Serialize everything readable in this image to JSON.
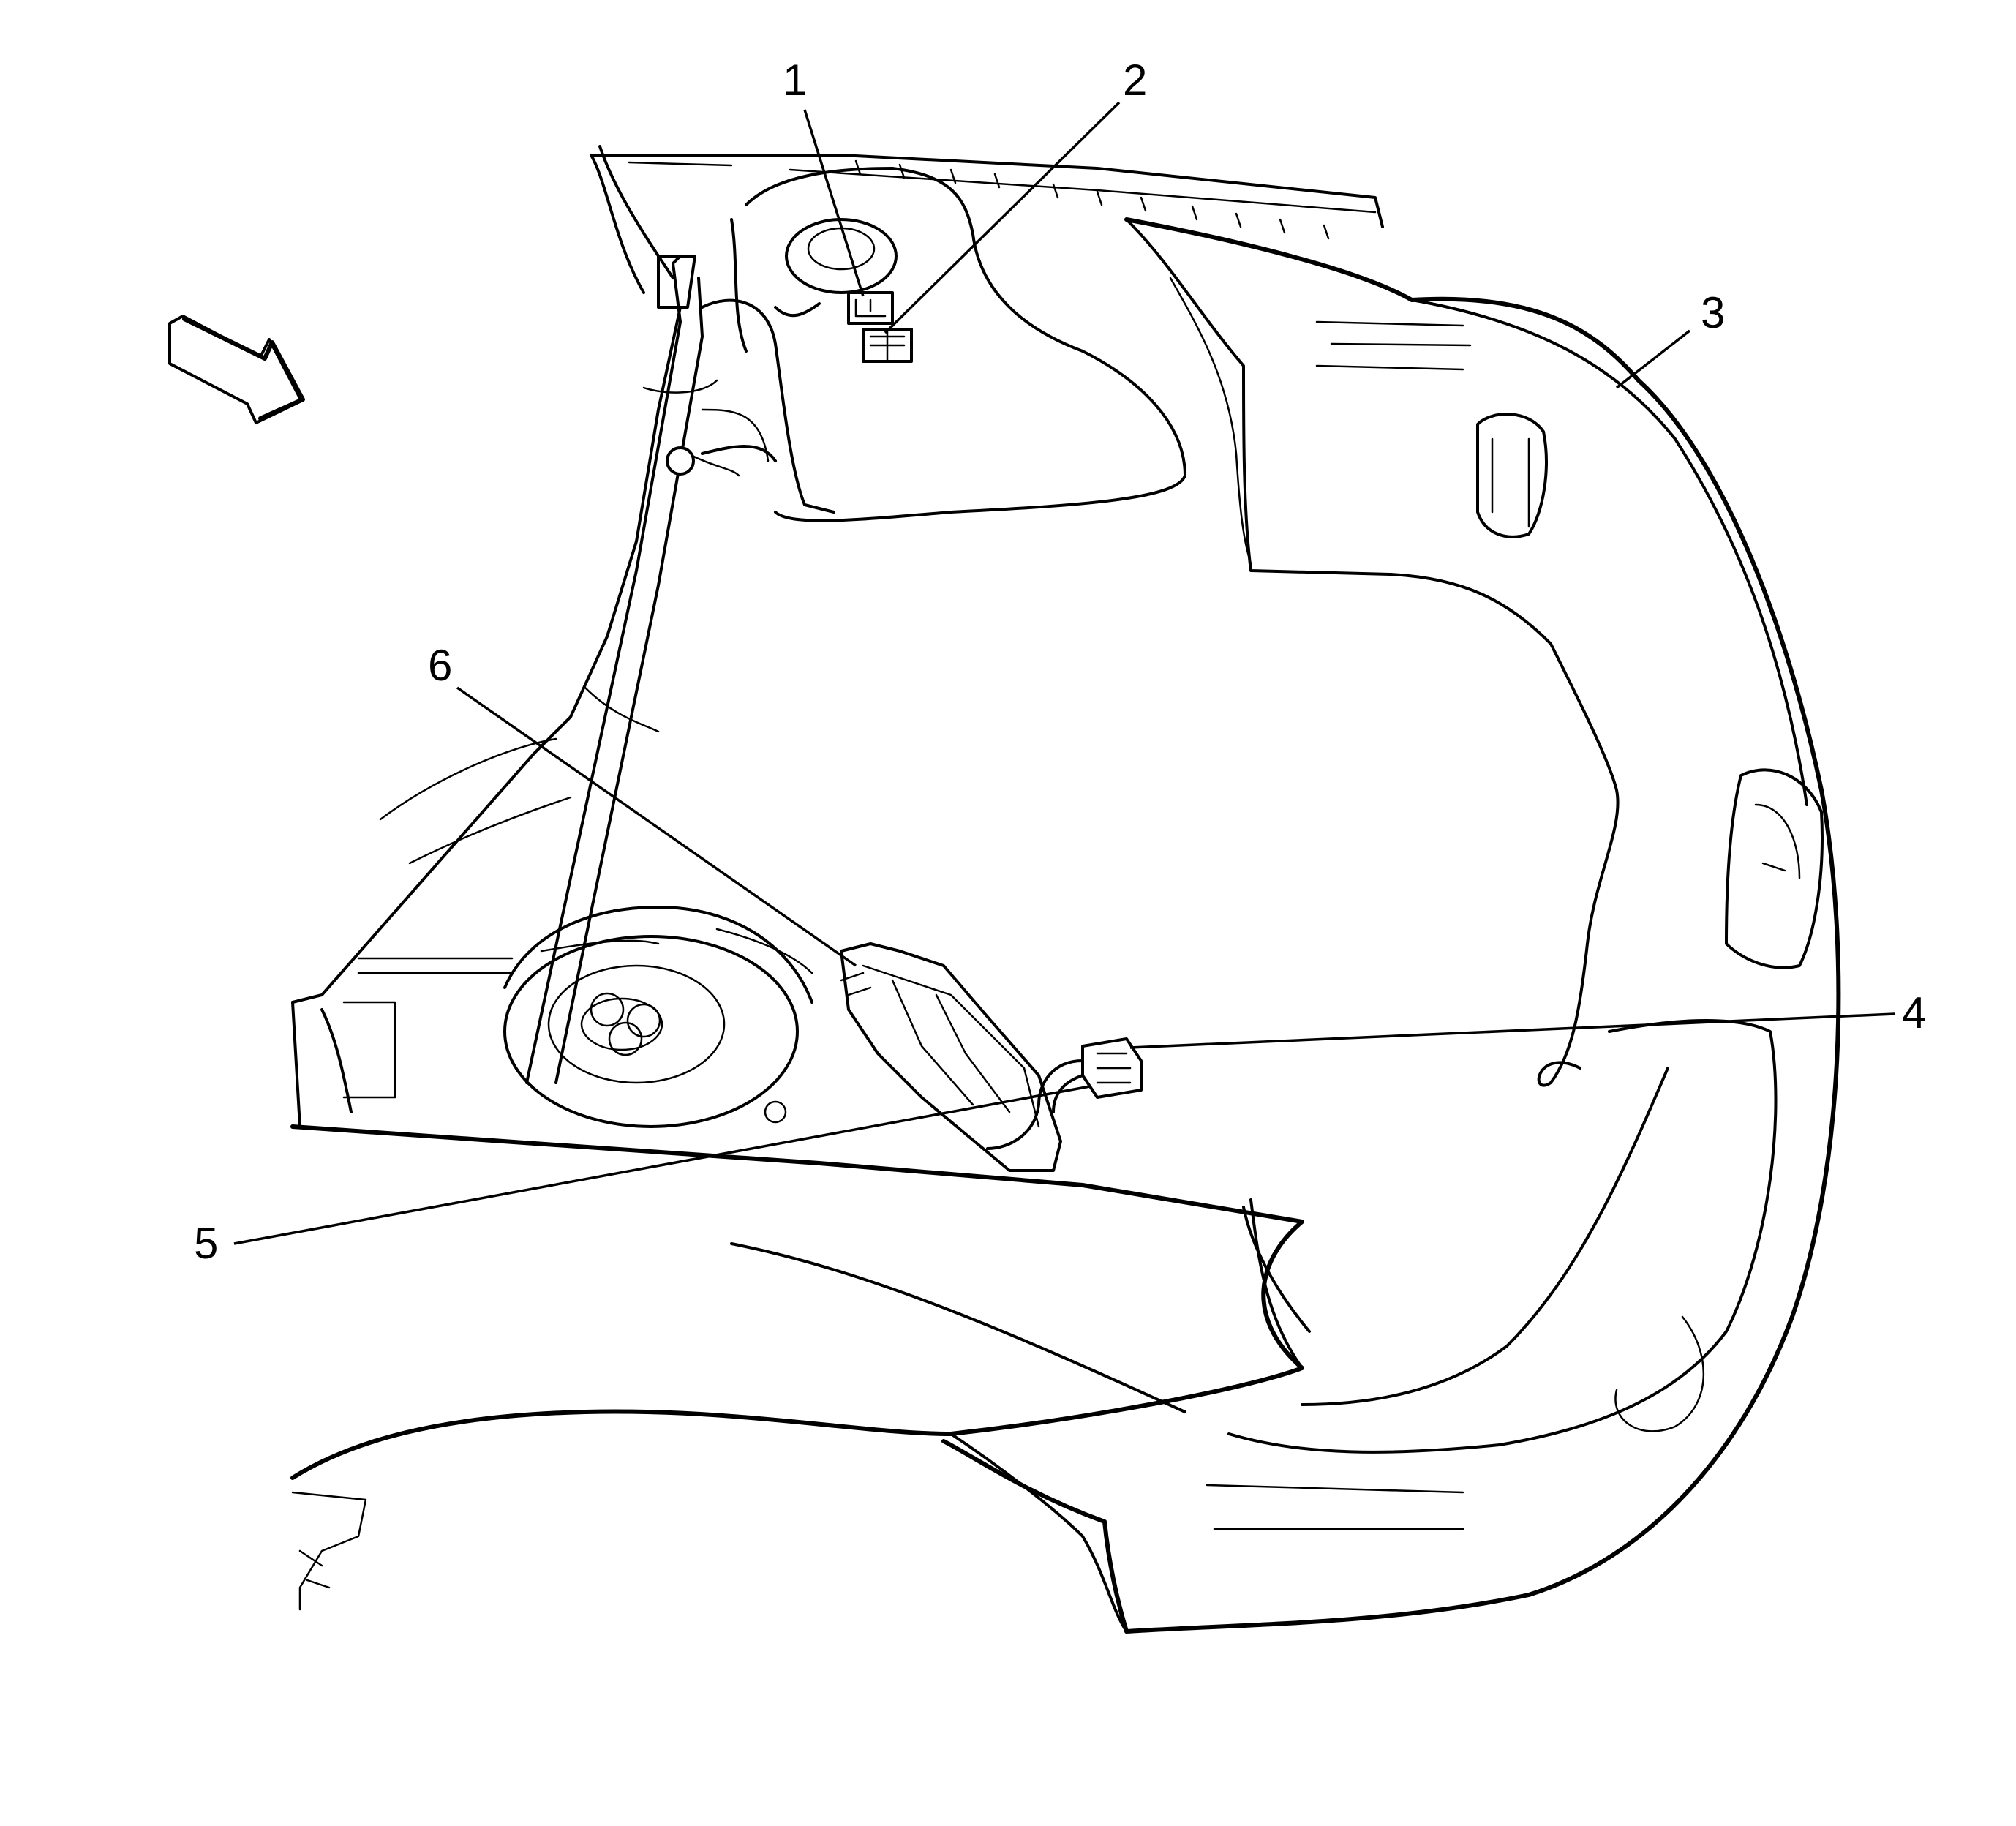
{
  "callouts": [
    {
      "id": "1",
      "label": "1"
    },
    {
      "id": "2",
      "label": "2"
    },
    {
      "id": "3",
      "label": "3"
    },
    {
      "id": "4",
      "label": "4"
    },
    {
      "id": "5",
      "label": "5"
    },
    {
      "id": "6",
      "label": "6"
    }
  ],
  "icons": {
    "view_arrow": "direction-arrow-icon"
  },
  "colors": {
    "line": "#000000",
    "background": "#ffffff"
  }
}
